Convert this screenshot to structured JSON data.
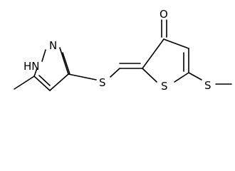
{
  "structure": {
    "atoms": {
      "pyrazole_nh": "HN",
      "pyrazole_n": "N",
      "thioether_s": "S",
      "ring_s": "S",
      "methylthio_s": "S",
      "carbonyl_o": "O"
    }
  }
}
